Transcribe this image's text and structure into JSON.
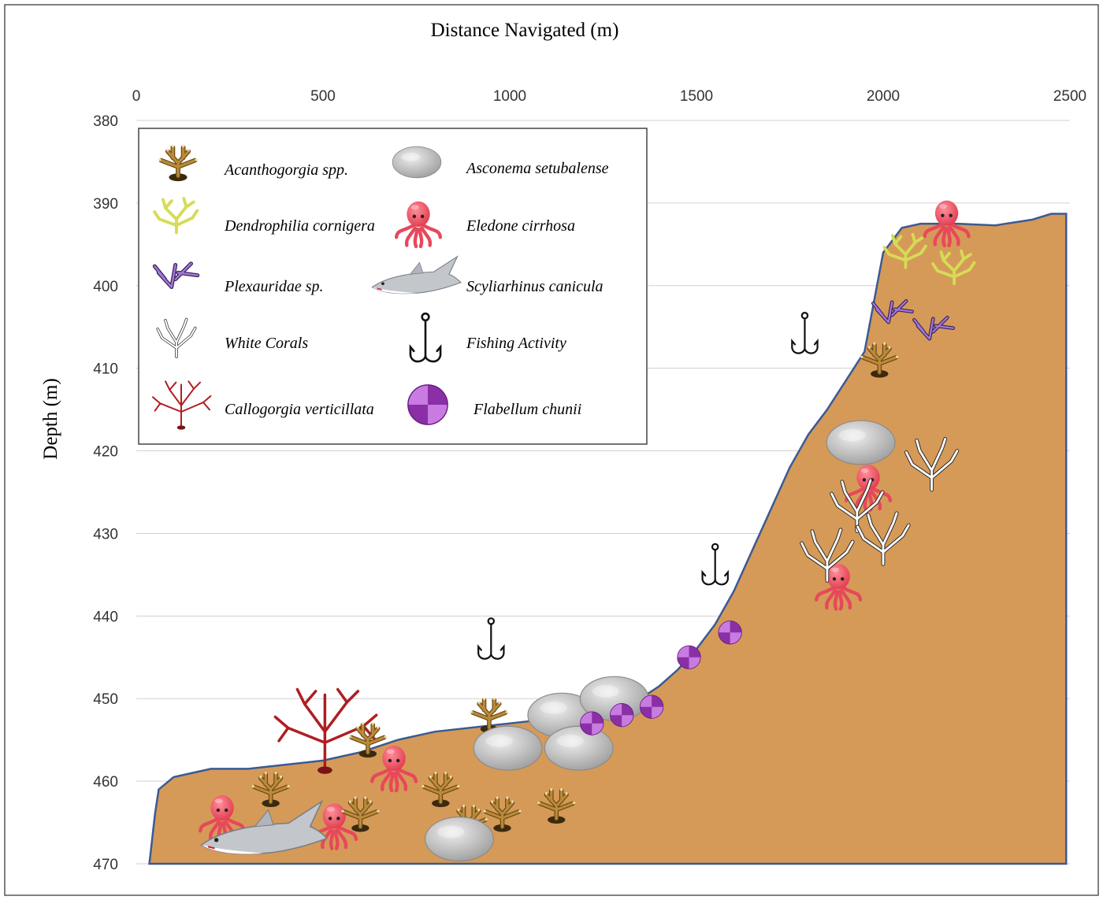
{
  "chart_data": {
    "type": "area",
    "title": "",
    "xlabel": "Distance Navigated (m)",
    "ylabel": "Depth (m)",
    "xlim": [
      0,
      2500
    ],
    "ylim": [
      380,
      470
    ],
    "y_inverted": true,
    "x_axis_position": "top",
    "grid": true,
    "x_ticks": [
      "0",
      "500",
      "1000",
      "1500",
      "2000",
      "2500"
    ],
    "y_ticks": [
      "380",
      "390",
      "400",
      "410",
      "420",
      "430",
      "440",
      "450",
      "460",
      "470"
    ],
    "legend_position": "top-left",
    "fill_color": "#D59A58",
    "line_color": "#3B5A93",
    "seabed_profile": {
      "x": [
        35,
        50,
        60,
        100,
        200,
        300,
        400,
        500,
        600,
        700,
        800,
        900,
        1000,
        1100,
        1200,
        1300,
        1350,
        1400,
        1450,
        1500,
        1550,
        1600,
        1650,
        1700,
        1750,
        1800,
        1850,
        1900,
        1950,
        2000,
        2050,
        2100,
        2200,
        2300,
        2400,
        2450,
        2490
      ],
      "y": [
        470,
        464,
        461,
        459.5,
        458.5,
        458.5,
        458,
        457.5,
        456.5,
        455,
        454,
        453.5,
        453,
        452.5,
        452,
        451,
        450,
        448.5,
        446.5,
        444,
        441,
        437,
        432,
        427,
        422,
        418,
        415,
        411.5,
        408,
        396,
        393,
        392.5,
        392.5,
        392.7,
        392,
        391.3,
        391.3
      ]
    },
    "legend": [
      {
        "label": "Acanthogorgia spp.",
        "icon": "brown-gorgonian-icon",
        "color": "#A9802F"
      },
      {
        "label": "Asconema setubalense",
        "icon": "grey-sponge-icon",
        "color": "#BDBDBD"
      },
      {
        "label": "Dendrophilia cornigera",
        "icon": "yellow-coral-icon",
        "color": "#DDE26A"
      },
      {
        "label": "Eledone cirrhosa",
        "icon": "octopus-icon",
        "color": "#F04E5E"
      },
      {
        "label": "Plexauridae sp.",
        "icon": "purple-coral-icon",
        "color": "#7E4FB3"
      },
      {
        "label": "Scyliarhinus canicula",
        "icon": "shark-icon",
        "color": "#B9BEC4"
      },
      {
        "label": "White Corals",
        "icon": "white-coral-icon",
        "color": "#FFFFFF"
      },
      {
        "label": "Fishing Activity",
        "icon": "fishing-hook-icon",
        "color": "#111111"
      },
      {
        "label": "Callogorgia verticillata",
        "icon": "red-fan-coral-icon",
        "color": "#B01E22"
      },
      {
        "label": "Flabellum chunii",
        "icon": "purple-ball-icon",
        "color": "#9B3FB0"
      }
    ],
    "observations": [
      {
        "species": "Fishing Activity",
        "x": [
          950,
          1550,
          1790
        ],
        "depth": [
          443,
          434,
          406
        ]
      },
      {
        "species": "Eledone cirrhosa",
        "x": [
          230,
          530,
          690,
          1880,
          1960,
          2170
        ],
        "depth": [
          464,
          465,
          458,
          436,
          424,
          392
        ]
      },
      {
        "species": "Scyliarhinus canicula",
        "x": [
          340
        ],
        "depth": [
          466
        ]
      },
      {
        "species": "Callogorgia verticillata",
        "x": [
          505
        ],
        "depth": [
          454
        ]
      },
      {
        "species": "Acanthogorgia spp.",
        "x": [
          360,
          600,
          620,
          815,
          890,
          945,
          980,
          1125,
          1990
        ],
        "depth": [
          461,
          464,
          455,
          461,
          465,
          452,
          464,
          463,
          409
        ]
      },
      {
        "species": "Asconema setubalense",
        "x": [
          865,
          995,
          1140,
          1185,
          1280,
          1940
        ],
        "depth": [
          467,
          456,
          452,
          456,
          450,
          419
        ]
      },
      {
        "species": "Flabellum chunii",
        "x": [
          1220,
          1300,
          1380,
          1480,
          1590
        ],
        "depth": [
          453,
          452,
          451,
          445,
          442
        ]
      },
      {
        "species": "White Corals",
        "x": [
          1850,
          1930,
          2000,
          2130
        ],
        "depth": [
          433,
          427,
          431,
          422
        ]
      },
      {
        "species": "Plexauridae sp.",
        "x": [
          2030,
          2140
        ],
        "depth": [
          403,
          405
        ]
      },
      {
        "species": "Dendrophilia cornigera",
        "x": [
          2060,
          2190
        ],
        "depth": [
          396,
          398
        ]
      }
    ]
  }
}
